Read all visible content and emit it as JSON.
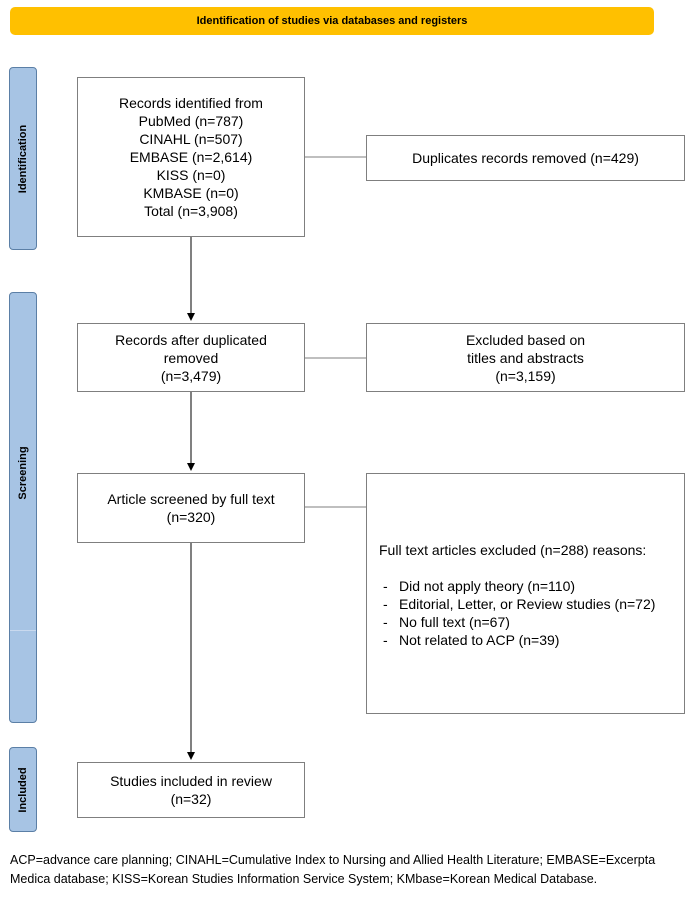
{
  "header": {
    "title": "Identification of studies via databases and registers"
  },
  "phases": {
    "identification": "Identification",
    "screening": "Screening",
    "included": "Included"
  },
  "records_identified": {
    "lines": [
      "Records identified from",
      "PubMed (n=787)",
      "CINAHL (n=507)",
      "EMBASE (n=2,614)",
      "KISS (n=0)",
      "KMBASE (n=0)",
      "Total (n=3,908)"
    ]
  },
  "duplicates_removed": {
    "text": "Duplicates records removed (n=429)"
  },
  "after_duplicates": {
    "lines": [
      "Records after duplicated",
      "removed",
      "(n=3,479)"
    ]
  },
  "excluded_titles": {
    "lines": [
      "Excluded based on",
      "titles and abstracts",
      "(n=3,159)"
    ]
  },
  "full_text_screened": {
    "lines": [
      "Article screened by full text",
      "(n=320)"
    ]
  },
  "full_text_excluded": {
    "heading": "Full text articles excluded (n=288) reasons:",
    "reasons": [
      "Did not apply theory (n=110)",
      "Editorial, Letter, or Review studies (n=72)",
      "No full text (n=67)",
      "Not related to ACP (n=39)"
    ]
  },
  "included_studies": {
    "lines": [
      "Studies included in review",
      "(n=32)"
    ]
  },
  "footnote": {
    "text": "ACP=advance care planning; CINAHL=Cumulative Index to Nursing and Allied Health Literature; EMBASE=Excerpta Medica database; KISS=Korean Studies Information Service System; KMbase=Korean Medical Database."
  }
}
